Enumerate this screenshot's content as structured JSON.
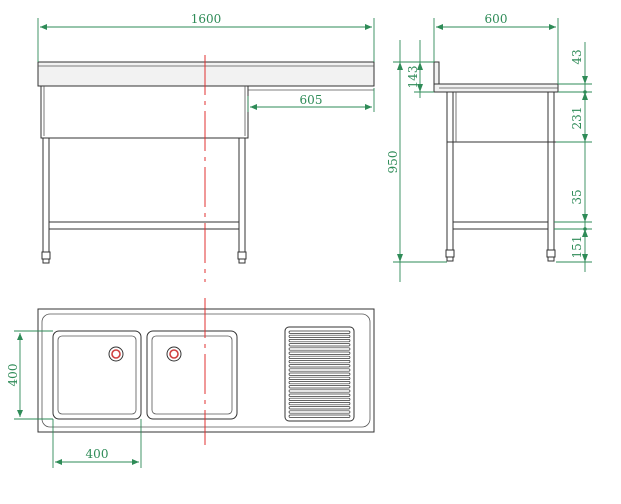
{
  "colors": {
    "line": "#333333",
    "dimension": "#2e8b57",
    "centerline": "#e03030"
  },
  "front_view": {
    "width_label": "1600",
    "drainboard_label": "605"
  },
  "side_view": {
    "depth_label": "600",
    "height_label": "950",
    "splashback_label": "143",
    "top_label": "43",
    "bowl_depth_label": "231",
    "shelf_label": "35",
    "shelf_height_label": "151"
  },
  "plan_view": {
    "bowl_length_label": "400",
    "bowl_width_label": "400"
  }
}
